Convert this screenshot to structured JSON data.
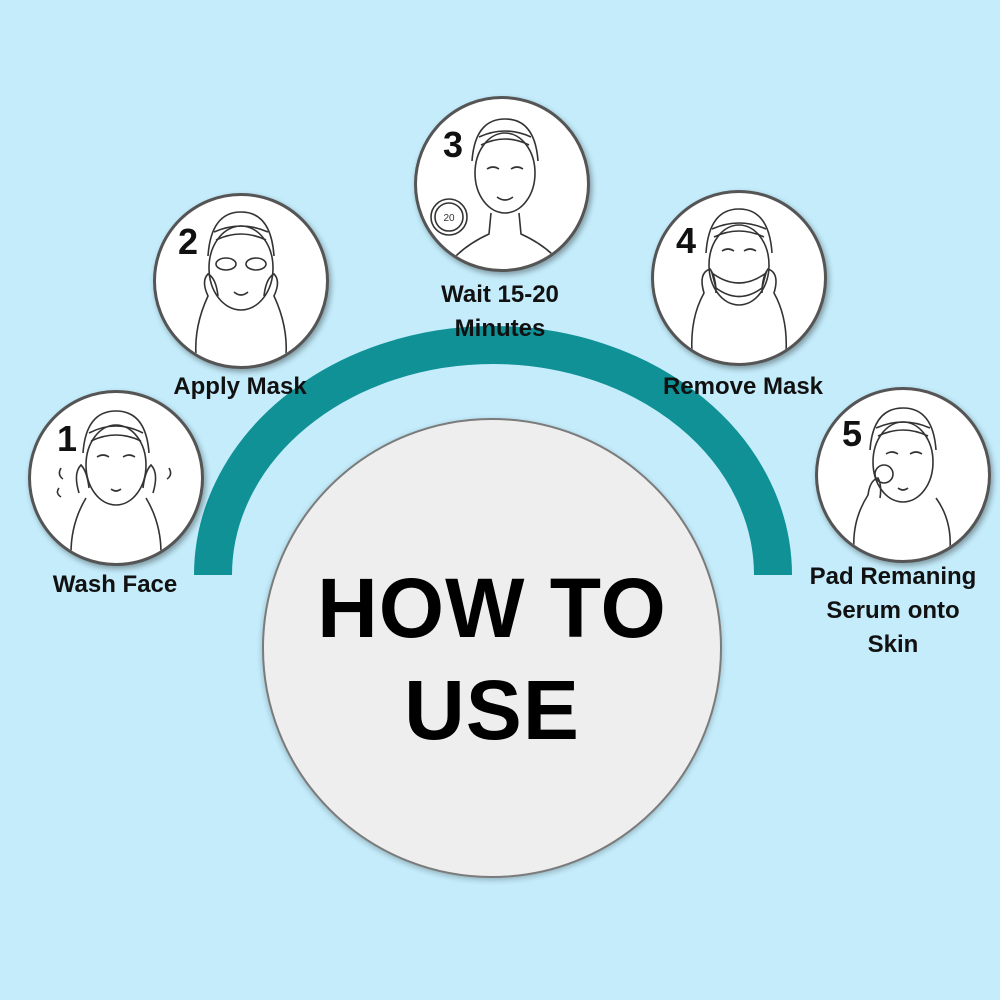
{
  "colors": {
    "background": "#c4ecfb",
    "arc": "#0f9196",
    "center_fill": "#eeeeee"
  },
  "center": {
    "line1": "HOW TO",
    "line2": "USE"
  },
  "steps": [
    {
      "number": "1",
      "label_lines": [
        "Wash Face"
      ],
      "icon": "wash-face-icon"
    },
    {
      "number": "2",
      "label_lines": [
        "Apply Mask"
      ],
      "icon": "apply-mask-icon"
    },
    {
      "number": "3",
      "label_lines": [
        "Wait 15-20",
        "Minutes"
      ],
      "icon": "wait-icon",
      "clock_text": "20"
    },
    {
      "number": "4",
      "label_lines": [
        "Remove Mask"
      ],
      "icon": "remove-mask-icon"
    },
    {
      "number": "5",
      "label_lines": [
        "Pad Remaning",
        "Serum onto",
        "Skin"
      ],
      "icon": "pad-serum-icon"
    }
  ]
}
